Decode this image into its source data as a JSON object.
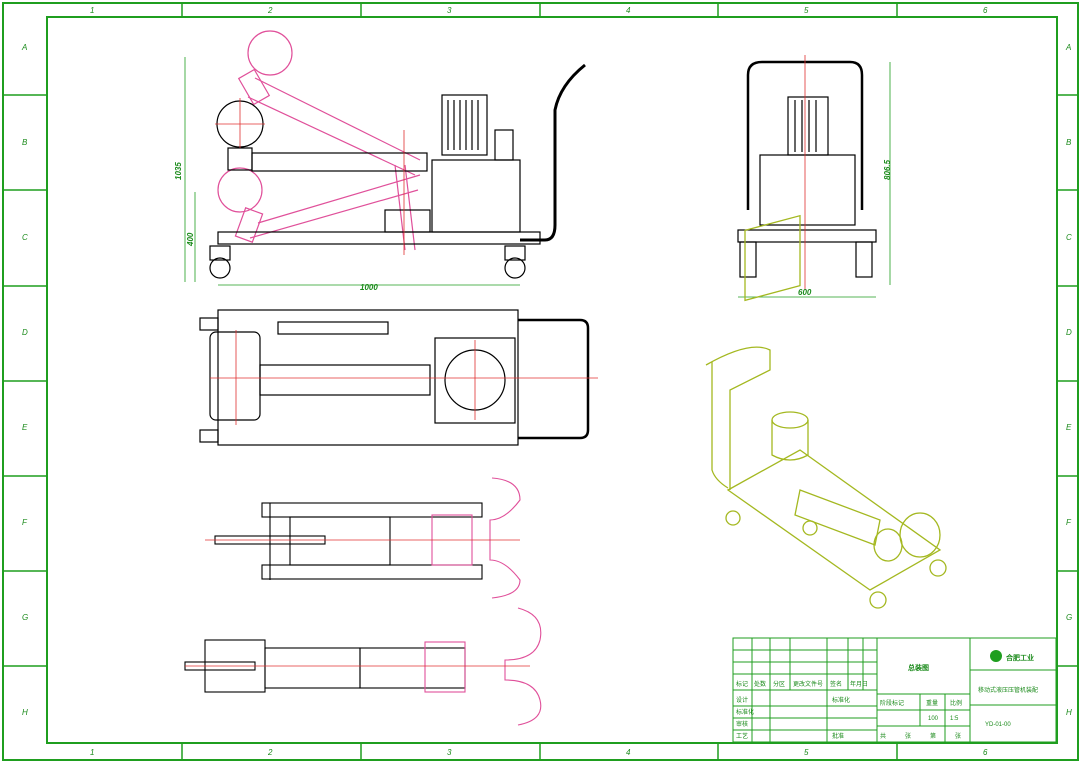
{
  "border": {
    "top_zones": [
      "1",
      "2",
      "3",
      "4",
      "5",
      "6"
    ],
    "bottom_zones": [
      "1",
      "2",
      "3",
      "4",
      "5",
      "6"
    ],
    "side_zones": [
      "A",
      "B",
      "C",
      "D",
      "E",
      "F",
      "G",
      "H"
    ]
  },
  "dimensions": {
    "front_height": "1035",
    "front_lower": "400",
    "front_width": "1000",
    "side_height": "806.5",
    "side_width": "600"
  },
  "title_block": {
    "drawing_name": "总装图",
    "company": "合肥工业",
    "product": "移动式液压压管机装配",
    "drawing_no": "YD-01-00",
    "scale": "1:5",
    "sheet_weight": "100",
    "row_labels": [
      "标记",
      "处数",
      "分区",
      "更改文件号",
      "签名",
      "年月日"
    ],
    "left_labels": [
      "设计",
      "标准化",
      "审核",
      "工艺"
    ],
    "stage_header": "阶段标记",
    "weight_header": "重量",
    "scale_header": "比例",
    "bottom_labels": [
      "共",
      "张",
      "第",
      "张"
    ],
    "approve": "批准",
    "std": "标准化"
  },
  "colors": {
    "frame": "#1f9e1f",
    "outline": "#000000",
    "phantom": "#e0509a",
    "center": "#e03030",
    "iso": "#a4b820"
  }
}
